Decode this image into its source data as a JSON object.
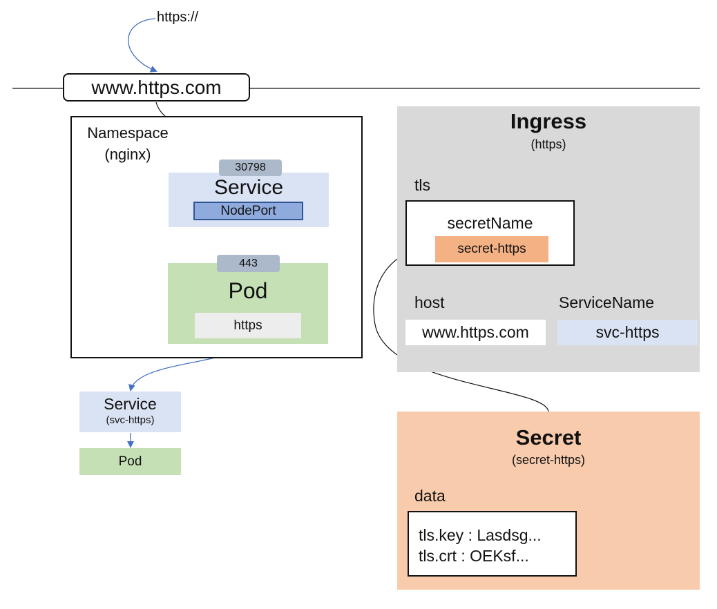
{
  "protocol_label": "https://",
  "url": "www.https.com",
  "namespace": {
    "label": "Namespace",
    "name": "(nginx)"
  },
  "service": {
    "node_port": "30798",
    "title": "Service",
    "type": "NodePort"
  },
  "pod": {
    "port": "443",
    "title": "Pod",
    "container": "https"
  },
  "backend_service": {
    "title": "Service",
    "name": "(svc-https)"
  },
  "backend_pod": {
    "title": "Pod"
  },
  "ingress": {
    "title": "Ingress",
    "name": "(https)",
    "tls_label": "tls",
    "secret_name_label": "secretName",
    "secret_name_value": "secret-https",
    "host_label": "host",
    "host_value": "www.https.com",
    "service_name_label": "ServiceName",
    "service_name_value": "svc-https"
  },
  "secret": {
    "title": "Secret",
    "name": "(secret-https)",
    "data_label": "data",
    "data_lines": [
      "tls.key : Lasdsg...",
      "tls.crt : OEKsf..."
    ]
  },
  "colors": {
    "service_fill": "#dae3f3",
    "nodeport_fill": "#8faadc",
    "pod_fill": "#c5e0b4",
    "port_badge": "#acb9ca",
    "ingress_panel": "#d9d9d9",
    "secret_panel": "#f8cbad",
    "secret_chip": "#f4b183",
    "blue_arrow": "#4472c4"
  }
}
